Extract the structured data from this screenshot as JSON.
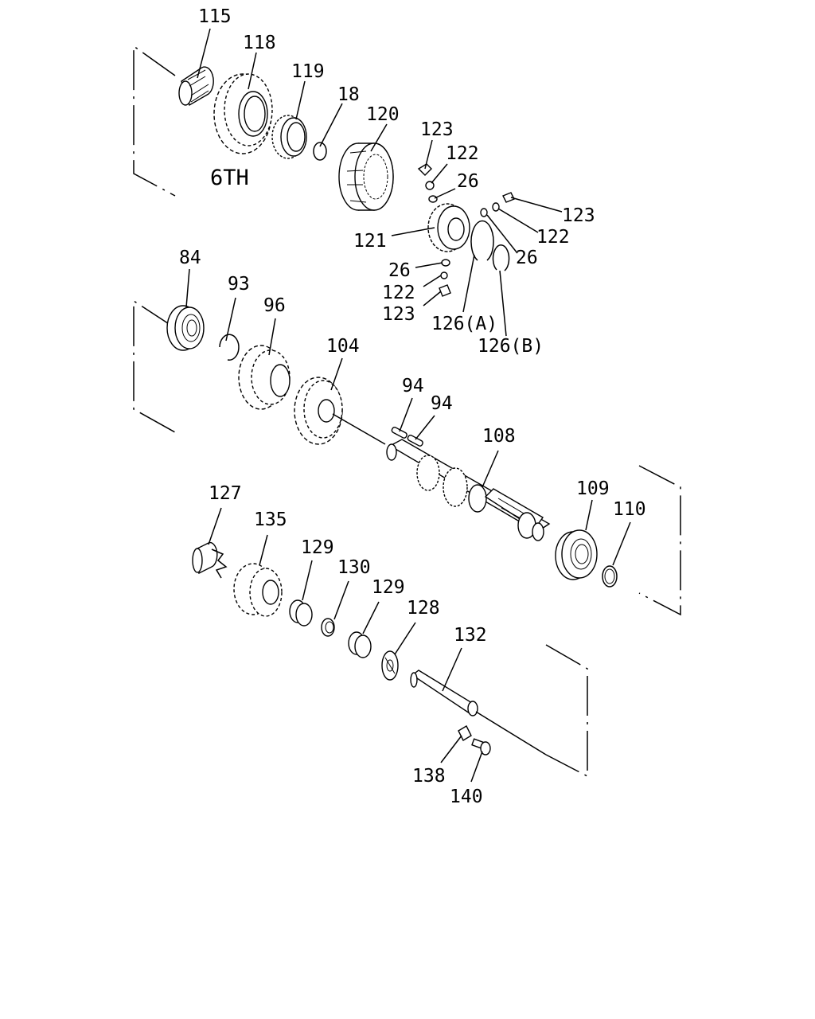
{
  "section_label": "6TH",
  "parts": {
    "p115": "115",
    "p118": "118",
    "p119": "119",
    "p18": "18",
    "p120": "120",
    "p123a": "123",
    "p122a": "122",
    "p26a": "26",
    "p123b": "123",
    "p122b": "122",
    "p26b": "26",
    "p121": "121",
    "p26c": "26",
    "p122c": "122",
    "p123c": "123",
    "p126a": "126(A)",
    "p126b": "126(B)",
    "p84": "84",
    "p93": "93",
    "p96": "96",
    "p104": "104",
    "p94a": "94",
    "p94b": "94",
    "p108": "108",
    "p109": "109",
    "p110": "110",
    "p127": "127",
    "p135": "135",
    "p129a": "129",
    "p130": "130",
    "p129b": "129",
    "p128": "128",
    "p132": "132",
    "p138": "138",
    "p140": "140"
  }
}
